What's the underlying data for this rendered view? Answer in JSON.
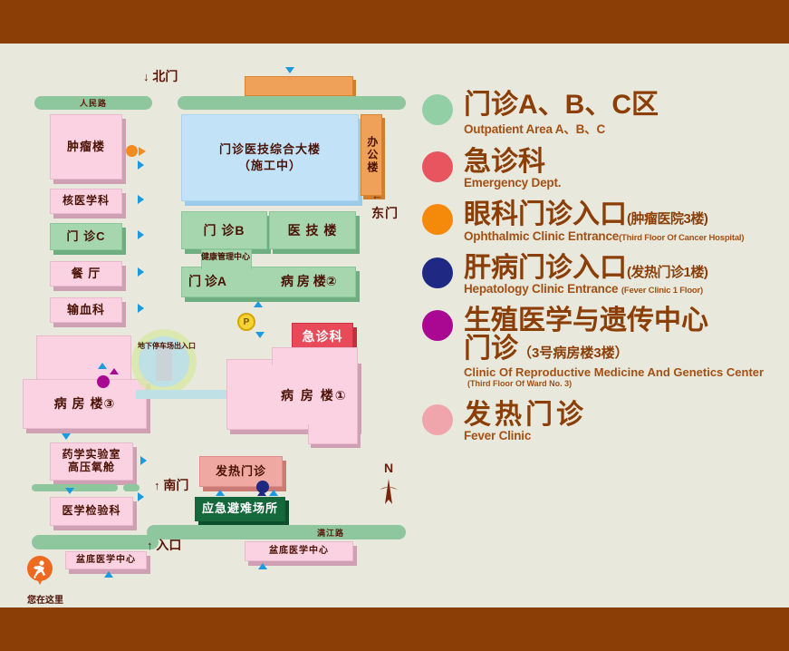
{
  "colors": {
    "frame_brown": "#8b3e06",
    "background": "#e9e8dd",
    "outpatient_green": "#92cfa4",
    "emergency_red": "#e8555f",
    "ophthalmic_orange": "#f5890a",
    "hepatology_navy": "#1f2883",
    "reproductive_magenta": "#aa0792",
    "fever_pink": "#f0a5ad"
  },
  "legend": {
    "items": [
      {
        "color": "#92cfa4",
        "cn": "门诊A、B、C区",
        "cn_sub": "",
        "en": "Outpatient Area A、B、C",
        "en_sub": ""
      },
      {
        "color": "#e8555f",
        "cn": "急诊科",
        "cn_sub": "",
        "en": "Emergency Dept.",
        "en_sub": ""
      },
      {
        "color": "#f5890a",
        "cn": "眼科门诊入口",
        "cn_sub": "(肿瘤医院3楼)",
        "en": "Ophthalmic Clinic Entrance",
        "en_sub": "(Third Floor Of Cancer Hospital)"
      },
      {
        "color": "#1f2883",
        "cn": "肝病门诊入口",
        "cn_sub": "(发热门诊1楼)",
        "en": "Hepatology Clinic Entrance",
        "en_sub": "(Fever Clinic 1 Floor)"
      },
      {
        "color": "#aa0792",
        "cn": "生殖医学与遗传中心",
        "cn_line2": "门诊",
        "cn_sub": "（3号病房楼3楼）",
        "en": "Clinic Of Reproductive Medicine And Genetics Center",
        "en_sub": "(Third Floor Of Ward No. 3)"
      },
      {
        "color": "#f0a5ad",
        "cn": "发热门诊",
        "cn_sub": "",
        "en": "Fever Clinic",
        "en_sub": ""
      }
    ]
  },
  "map": {
    "roads": {
      "renmin": "人民路",
      "manjiang": "满江路"
    },
    "gates": {
      "north": "北门",
      "east": "东门",
      "south": "南门",
      "entrance": "入口"
    },
    "buildings": {
      "tumor": "肿瘤楼",
      "nuclear_medicine": "核医学科",
      "outpatient_c": "门 诊C",
      "canteen": "餐 厅",
      "blood_transfusion": "输血科",
      "ward3": "病 房 楼③",
      "pharmacy_lab": "药学实验室",
      "hyperbaric": "高压氧舱",
      "medical_lab": "医学检验科",
      "pelvic_center_left": "盆底医学中心",
      "complex_building": "门诊医技综合大楼",
      "complex_building_note": "（施工中）",
      "office": "办公楼",
      "outpatient_b": "门 诊B",
      "medtech": "医 技 楼",
      "health_center": "健康管理中心",
      "outpatient_a": "门 诊A",
      "ward2": "病 房 楼②",
      "emergency": "急诊科",
      "ward1": "病 房 楼①",
      "fever_clinic": "发热门诊",
      "shelter": "应急避难场所",
      "pelvic_center_bottom": "盆底医学中心"
    },
    "labels": {
      "parking_entrance": "地下停车场出入口",
      "parking_icon": "P",
      "you_are_here": "您在这里",
      "compass_north": "N"
    }
  }
}
